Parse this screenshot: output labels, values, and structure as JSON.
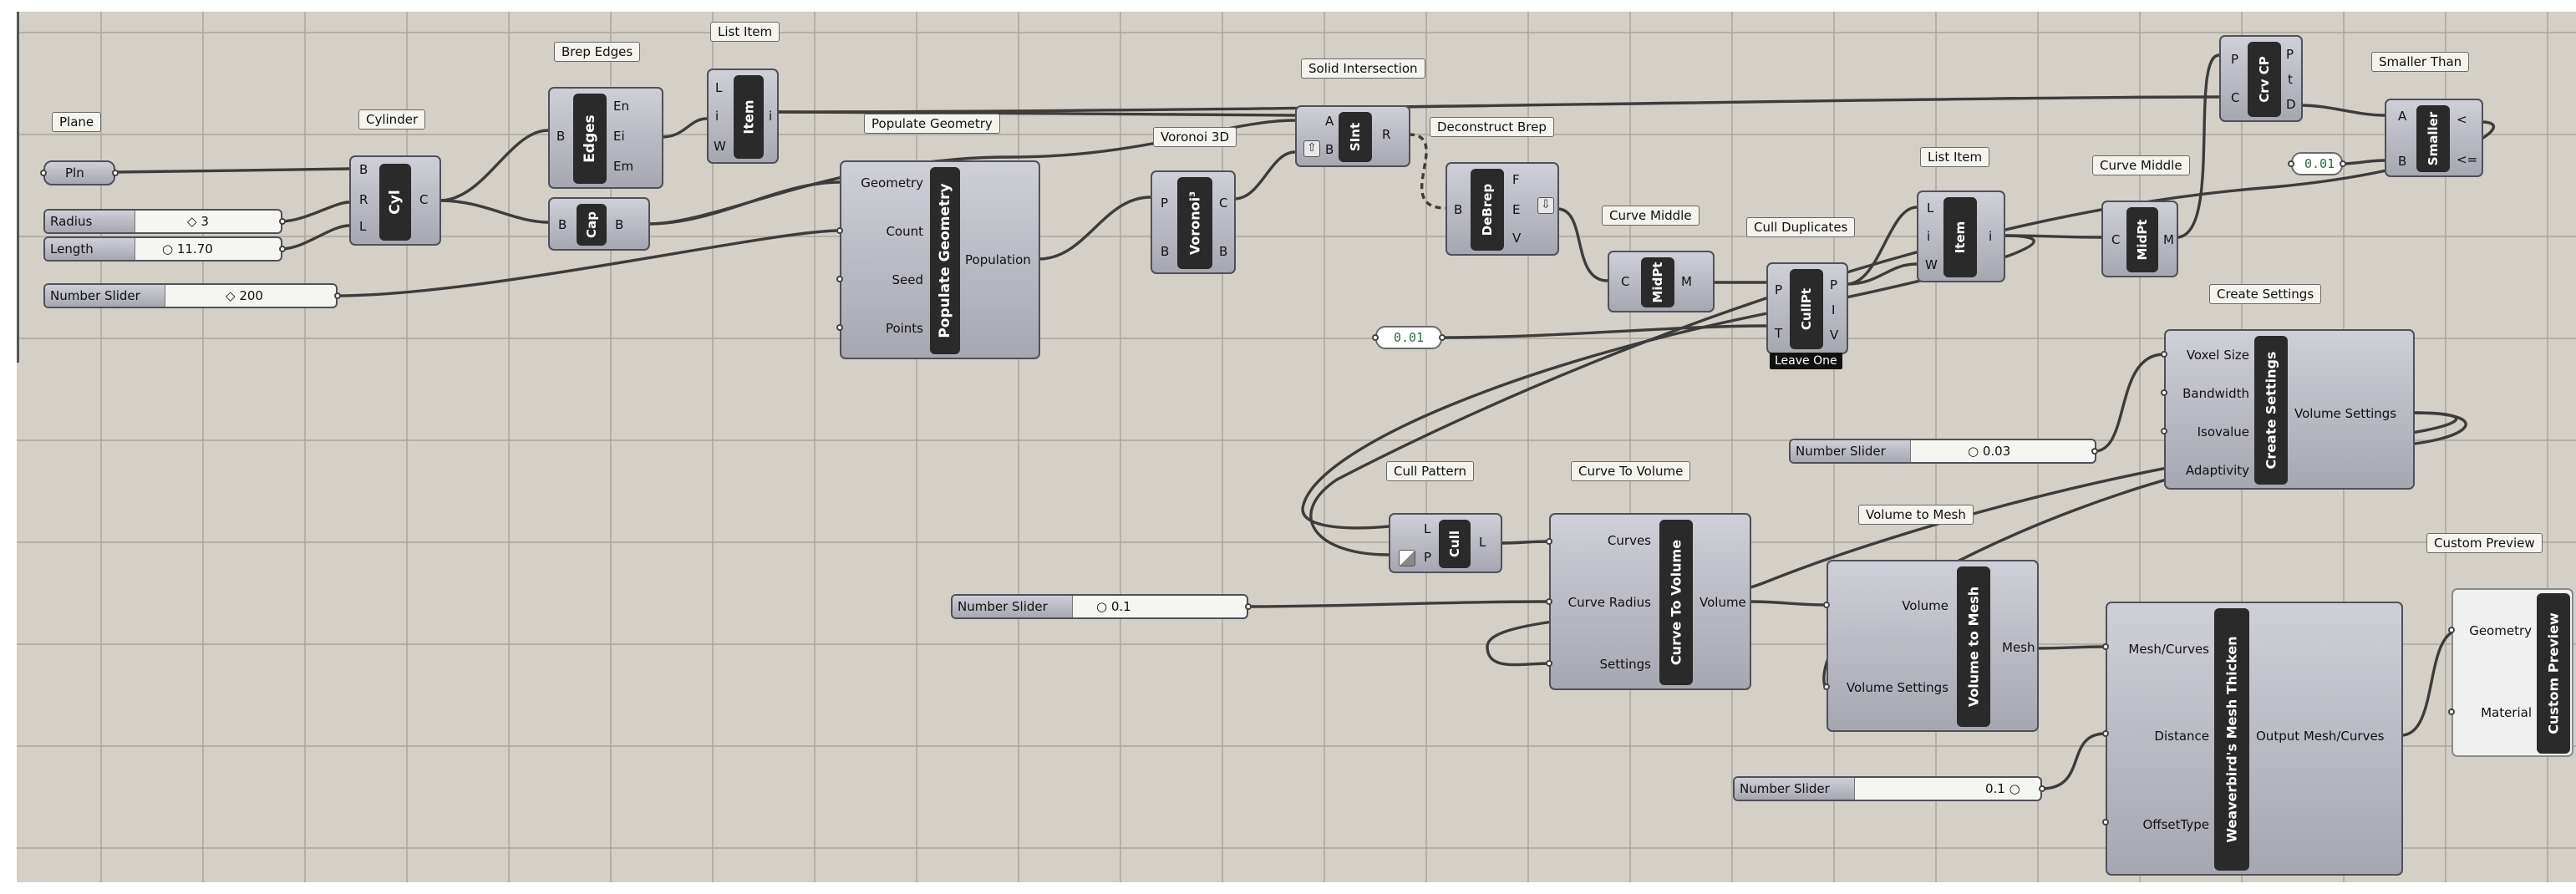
{
  "tags": {
    "plane": "Plane",
    "cylinder": "Cylinder",
    "brep_edges": "Brep Edges",
    "list_item_1": "List Item",
    "populate_geometry": "Populate Geometry",
    "voronoi_3d": "Voronoi 3D",
    "solid_intersection": "Solid Intersection",
    "deconstruct_brep": "Deconstruct Brep",
    "curve_middle_1": "Curve Middle",
    "cull_duplicates": "Cull Duplicates",
    "list_item_2": "List Item",
    "curve_middle_2": "Curve Middle",
    "smaller_than": "Smaller Than",
    "create_settings": "Create Settings",
    "cull_pattern": "Cull Pattern",
    "curve_to_volume": "Curve To Volume",
    "volume_to_mesh": "Volume to Mesh",
    "custom_preview": "Custom Preview"
  },
  "components": {
    "pln": {
      "label": "Pln"
    },
    "cylinder": {
      "label": "Cyl",
      "inputs": [
        "B",
        "R",
        "L"
      ],
      "outputs": [
        "C"
      ]
    },
    "edges": {
      "label": "Edges",
      "inputs": [
        "B"
      ],
      "outputs": [
        "En",
        "Ei",
        "Em"
      ]
    },
    "cap": {
      "label": "Cap",
      "inputs": [
        "B"
      ],
      "outputs": [
        "B"
      ]
    },
    "list_item_1": {
      "label": "Item",
      "inputs": [
        "L",
        "i",
        "W"
      ],
      "outputs": [
        "i"
      ]
    },
    "populate": {
      "label": "Populate Geometry",
      "inputs": [
        "Geometry",
        "Count",
        "Seed",
        "Points"
      ],
      "outputs": [
        "Population"
      ]
    },
    "voronoi": {
      "label": "Voronoi³",
      "inputs": [
        "P",
        "B"
      ],
      "outputs": [
        "C",
        "B"
      ]
    },
    "sint": {
      "label": "SInt",
      "inputs": [
        "A",
        "B"
      ],
      "outputs": [
        "R"
      ]
    },
    "debrep": {
      "label": "DeBrep",
      "inputs": [
        "B"
      ],
      "outputs": [
        "F",
        "E",
        "V"
      ]
    },
    "midpt_1": {
      "label": "MidPt",
      "inputs": [
        "C"
      ],
      "outputs": [
        "M"
      ]
    },
    "cullpt": {
      "label": "CullPt",
      "inputs": [
        "P",
        "T"
      ],
      "outputs": [
        "P",
        "I",
        "V"
      ]
    },
    "list_item_2": {
      "label": "Item",
      "inputs": [
        "L",
        "i",
        "W"
      ],
      "outputs": [
        "i"
      ]
    },
    "midpt_2": {
      "label": "MidPt",
      "inputs": [
        "C"
      ],
      "outputs": [
        "M"
      ]
    },
    "crvcp": {
      "label": "Crv CP",
      "inputs": [
        "P",
        "C"
      ],
      "outputs": [
        "P",
        "t",
        "D"
      ]
    },
    "smaller": {
      "label": "Smaller",
      "inputs": [
        "A",
        "B"
      ],
      "outputs": [
        "<",
        "<="
      ]
    },
    "create_settings": {
      "label": "Create Settings",
      "inputs": [
        "Voxel Size",
        "Bandwidth",
        "Isovalue",
        "Adaptivity"
      ],
      "outputs": [
        "Volume Settings"
      ]
    },
    "cull": {
      "label": "Cull",
      "inputs": [
        "L",
        "P"
      ],
      "outputs": [
        "L"
      ]
    },
    "curve_to_volume": {
      "label": "Curve To Volume",
      "inputs": [
        "Curves",
        "Curve Radius",
        "Settings"
      ],
      "outputs": [
        "Volume"
      ]
    },
    "volume_to_mesh": {
      "label": "Volume to Mesh",
      "inputs": [
        "Volume",
        "Volume Settings"
      ],
      "outputs": [
        "Mesh"
      ]
    },
    "thicken": {
      "label": "Weaverbird's Mesh Thicken",
      "inputs": [
        "Mesh/Curves",
        "Distance",
        "OffsetType"
      ],
      "outputs": [
        "Output Mesh/Curves"
      ]
    },
    "custom_preview": {
      "label": "Custom Preview",
      "inputs": [
        "Geometry",
        "Material"
      ]
    }
  },
  "sliders": {
    "radius": {
      "name": "Radius",
      "value": "3"
    },
    "length": {
      "name": "Length",
      "value": "11.70"
    },
    "count": {
      "name": "Number Slider",
      "value": "200"
    },
    "voxel": {
      "name": "Number Slider",
      "value": "0.03"
    },
    "curve_radius": {
      "name": "Number Slider",
      "value": "0.1"
    },
    "distance": {
      "name": "Number Slider",
      "value": "0.1"
    }
  },
  "panels": {
    "tolerance": "0.01",
    "smaller_b": "0.01"
  },
  "captions": {
    "cull_duplicates_mode": "Leave One"
  },
  "colors": {
    "canvas": "#d4d0c8",
    "component": "#b8b9c1",
    "core": "#2a2a2a",
    "wire": "#3c3c3c",
    "panel_text": "#2d6a45"
  }
}
